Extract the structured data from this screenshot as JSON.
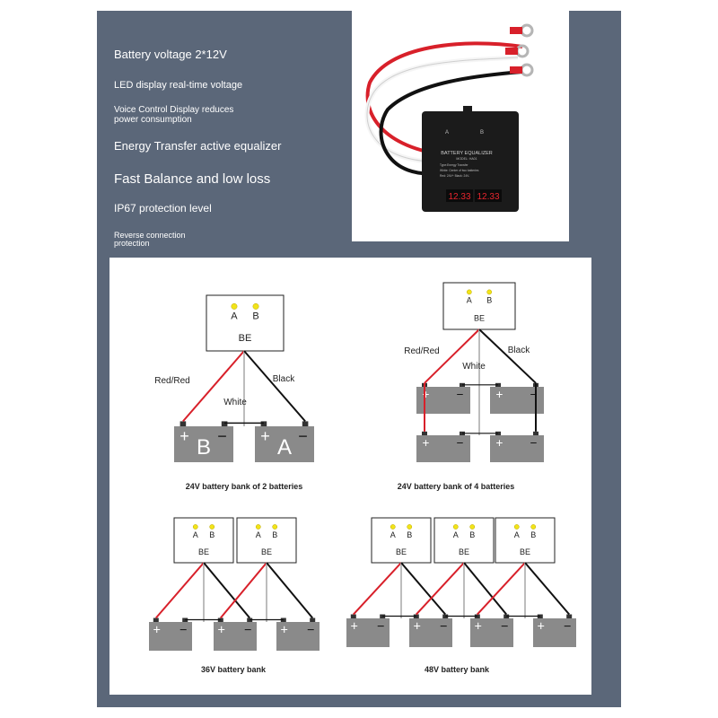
{
  "features": [
    "Battery voltage 2*12V",
    "LED display real-time voltage",
    "Voice Control Display reduces power consumption",
    "Energy Transfer active equalizer",
    "Fast Balance and low loss",
    "IP67 protection level",
    "Reverse connection protection"
  ],
  "device": {
    "port_a": "A",
    "port_b": "B",
    "label_line1": "BATTERY EQUALIZER",
    "label_line2": "MODEL: HA01",
    "label_line3": "Type:Energy Transfer",
    "label_line4": "White: Center of two batteries",
    "label_line5": "Red: 24V+  Black: 24V-",
    "display_a": "12.33",
    "display_b": "12.33"
  },
  "diagram": {
    "be_label": "BE",
    "led_a": "A",
    "led_b": "B",
    "plus": "+",
    "minus": "−",
    "battery_b": "B",
    "battery_a": "A",
    "wire_red": "Red/Red",
    "wire_white": "White",
    "wire_black": "Black",
    "caption_2": "24V battery bank of 2 batteries",
    "caption_4": "24V battery bank of 4 batteries",
    "caption_36": "36V battery bank",
    "caption_48": "48V battery bank"
  },
  "colors": {
    "panel": "#5b6779",
    "red_wire": "#d8202a",
    "black_wire": "#111111",
    "white_wire": "#bdbdbd",
    "battery": "#8a8a8a",
    "led": "#f2e419"
  }
}
